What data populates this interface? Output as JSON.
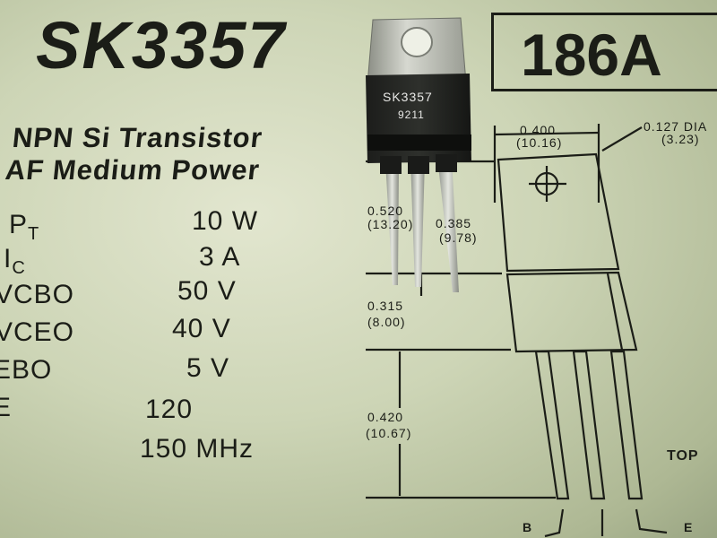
{
  "part_number": "SK3357",
  "code": "186A",
  "description": [
    "NPN Si Transistor",
    "AF Medium Power"
  ],
  "ratings": [
    {
      "symbol": "P",
      "sub": "T",
      "value": "10 W"
    },
    {
      "symbol": "I",
      "sub": "C",
      "value": "3 A"
    },
    {
      "symbol": "VCBO",
      "value": "50 V"
    },
    {
      "symbol": "VCEO",
      "value": "40 V"
    },
    {
      "symbol": "EBO",
      "value": "5 V"
    },
    {
      "symbol": "E",
      "value": "120"
    },
    {
      "value": "150 MHz"
    }
  ],
  "transistor_marking": [
    "SK3357",
    "9211"
  ],
  "dimensions": {
    "tab_width_in": "0.400",
    "tab_width_mm": "(10.16)",
    "hole_dia_in": "0.127 DIA",
    "hole_dia_mm": "(3.23)",
    "body_height_in": "0.520",
    "body_height_mm": "(13.20)",
    "pin_offset_in": "0.385",
    "pin_offset_mm": "(9.78)",
    "body_lower_in": "0.315",
    "body_lower_mm": "(8.00)",
    "lead_length_in": "0.420",
    "lead_length_mm": "(10.67)"
  },
  "view_label": "TOP",
  "pin_labels": [
    "B",
    "E"
  ]
}
